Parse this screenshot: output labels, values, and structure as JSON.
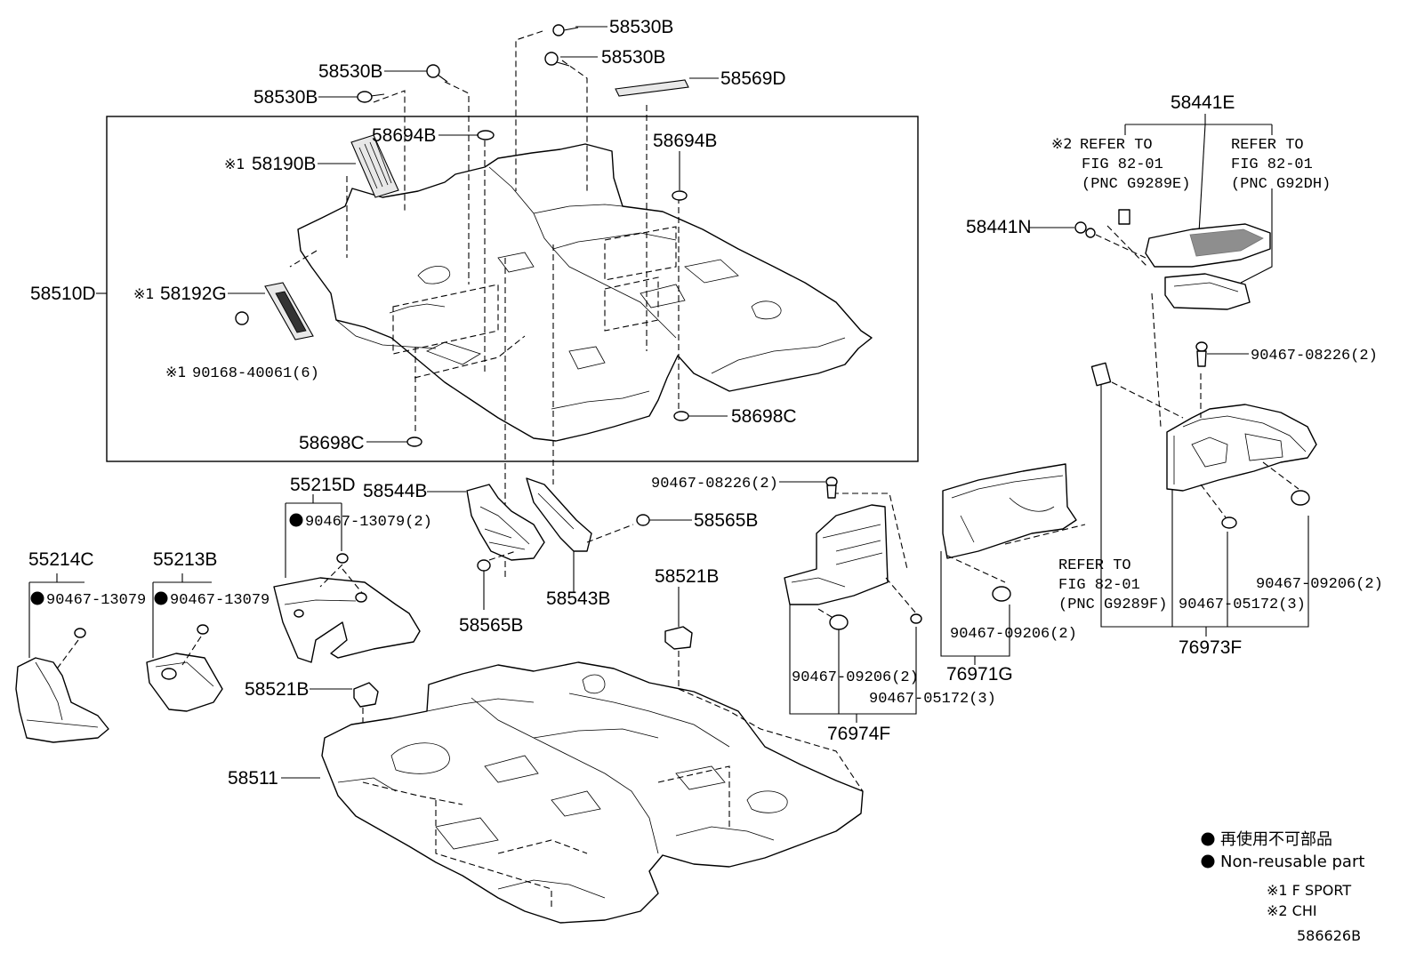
{
  "parts": {
    "p58530B_1": "58530B",
    "p58530B_2": "58530B",
    "p58530B_3": "58530B",
    "p58530B_4": "58530B",
    "p58569D": "58569D",
    "p58694B_1": "58694B",
    "p58694B_2": "58694B",
    "p58190B": "58190B",
    "p58192G": "58192G",
    "p90168": "90168-40061(6)",
    "p58510D": "58510D",
    "p58698C_1": "58698C",
    "p58698C_2": "58698C",
    "p58441E": "58441E",
    "p58441N": "58441N",
    "p90467_08226_a": "90467-08226(2)",
    "p90467_08226_b": "90467-08226(2)",
    "p55215D": "55215D",
    "p90467_13079_2": "90467-13079(2)",
    "p58544B": "58544B",
    "p58565B_1": "58565B",
    "p58565B_2": "58565B",
    "p58543B": "58543B",
    "p55214C": "55214C",
    "p55213B": "55213B",
    "p90467_13079_a": "90467-13079",
    "p90467_13079_b": "90467-13079",
    "p58521B_1": "58521B",
    "p58521B_2": "58521B",
    "p58511": "58511",
    "p90467_09206_a": "90467-09206(2)",
    "p90467_09206_b": "90467-09206(2)",
    "p90467_09206_c": "90467-09206(2)",
    "p90467_05172_a": "90467-05172(3)",
    "p90467_05172_b": "90467-05172(3)",
    "p76971G": "76971G",
    "p76974F": "76974F",
    "p76973F": "76973F"
  },
  "marks": {
    "m1": "※1",
    "m2": "※1",
    "m3": "※1",
    "m4": "※2"
  },
  "refs": {
    "ref1": [
      "REFER TO",
      "FIG 82-01",
      "(PNC G9289E)"
    ],
    "ref2": [
      "REFER TO",
      "FIG 82-01",
      "(PNC G92DH)"
    ],
    "ref3": [
      "REFER TO",
      "FIG 82-01",
      "(PNC G9289F)"
    ]
  },
  "legend": {
    "jp": "再使用不可部品",
    "en": "Non-reusable part",
    "note1": "※1 F SPORT",
    "note2": "※2 CHI",
    "code": "586626B"
  }
}
